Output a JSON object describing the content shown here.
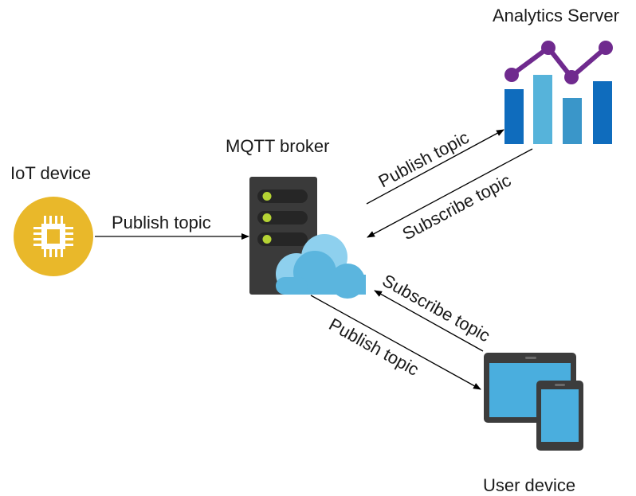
{
  "nodes": {
    "iot_device": {
      "label": "IoT device",
      "icon": "chip-icon",
      "color": "#E9B82A"
    },
    "mqtt_broker": {
      "label": "MQTT broker",
      "icon": "server-cloud-icon",
      "color": "#3A3A3A"
    },
    "analytics_server": {
      "label": "Analytics Server",
      "icon": "chart-icon",
      "color": "#0F6CBD"
    },
    "user_device": {
      "label": "User device",
      "icon": "tablet-phone-icon",
      "color": "#3A3A3A"
    }
  },
  "edges": {
    "iot_to_broker": {
      "label": "Publish topic"
    },
    "broker_to_analytics": {
      "label": "Publish topic"
    },
    "analytics_to_broker": {
      "label": "Subscribe topic"
    },
    "user_to_broker": {
      "label": "Subscribe topic"
    },
    "broker_to_user": {
      "label": "Publish topic"
    }
  },
  "colors": {
    "chip": "#E9B82A",
    "server_body": "#3A3A3A",
    "server_led": "#B5D334",
    "cloud_light": "#8ED0EE",
    "cloud_main": "#5BB5DE",
    "bar_dark": "#0F6CBD",
    "bar_light": "#56B3DA",
    "bar_mid": "#3A96C9",
    "line_purple": "#6F2A8E",
    "device_body": "#3C3C3C",
    "device_screen": "#4AAEDE"
  }
}
